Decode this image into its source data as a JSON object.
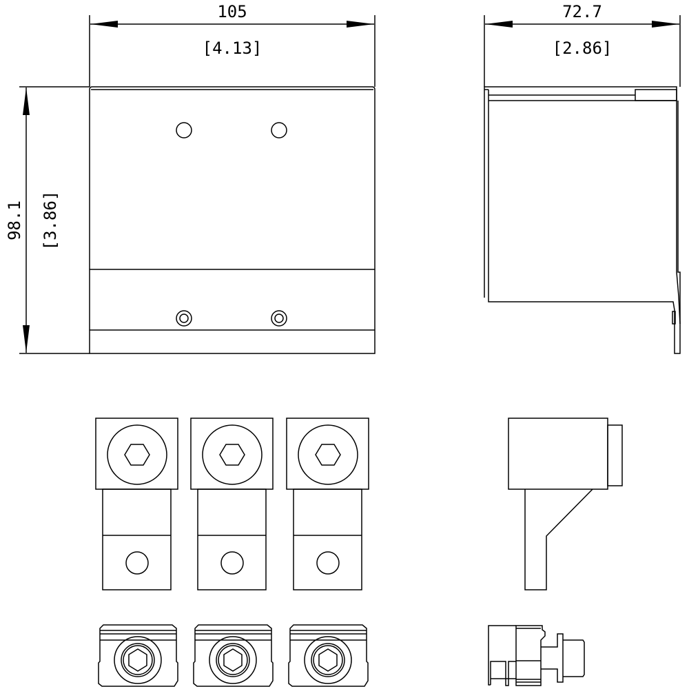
{
  "dimensions": {
    "front_width": "105",
    "front_width_in": "[4.13]",
    "side_width": "72.7",
    "side_width_in": "[2.86]",
    "height": "98.1",
    "height_in": "[3.86]"
  },
  "colors": {
    "line": "#000000",
    "background": "#ffffff"
  }
}
